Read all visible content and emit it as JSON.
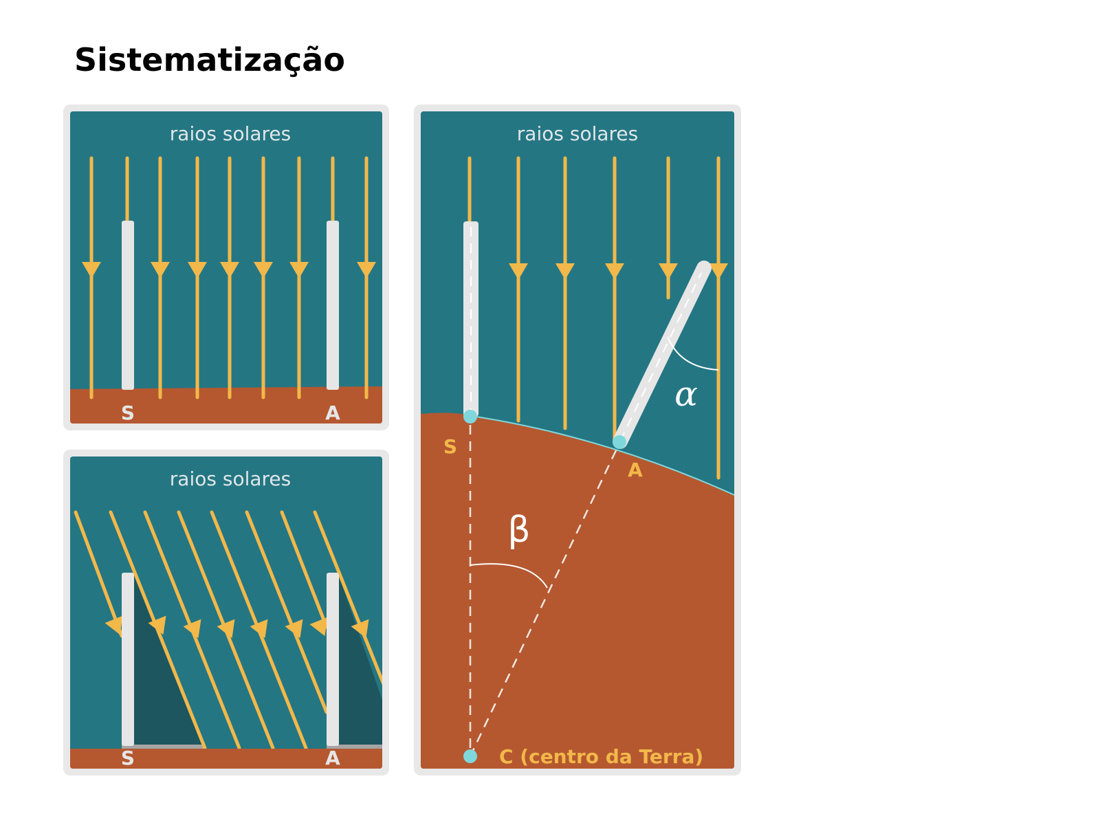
{
  "page": {
    "title": "Sistematização"
  },
  "colors": {
    "sky": "#257683",
    "ground": "#b55830",
    "ray": "#f2b84a",
    "stick": "#e6e6e6",
    "shadow": "#1d565e",
    "frame": "#e8e8e8",
    "point": "#7fd7dc",
    "label_light": "#e6e6e6",
    "label_yellow": "#f2b84a"
  },
  "panels": [
    {
      "id": "top-left",
      "heading": "raios solares",
      "description": "Vertical sun rays; sticks at S and A cast no shadow",
      "labels": {
        "s": "S",
        "a": "A"
      }
    },
    {
      "id": "bottom-left",
      "heading": "raios solares",
      "description": "Oblique sun rays; sticks at S and A both cast shadows",
      "labels": {
        "s": "S",
        "a": "A"
      }
    },
    {
      "id": "right",
      "heading": "raios solares",
      "description": "Curved Earth: vertical rays; stick at S has no shadow, stick at A tilted by alpha; angle beta at Earth's center",
      "labels": {
        "s": "S",
        "a": "A",
        "alpha": "α",
        "beta": "β",
        "center": "C (centro da Terra)"
      }
    }
  ]
}
